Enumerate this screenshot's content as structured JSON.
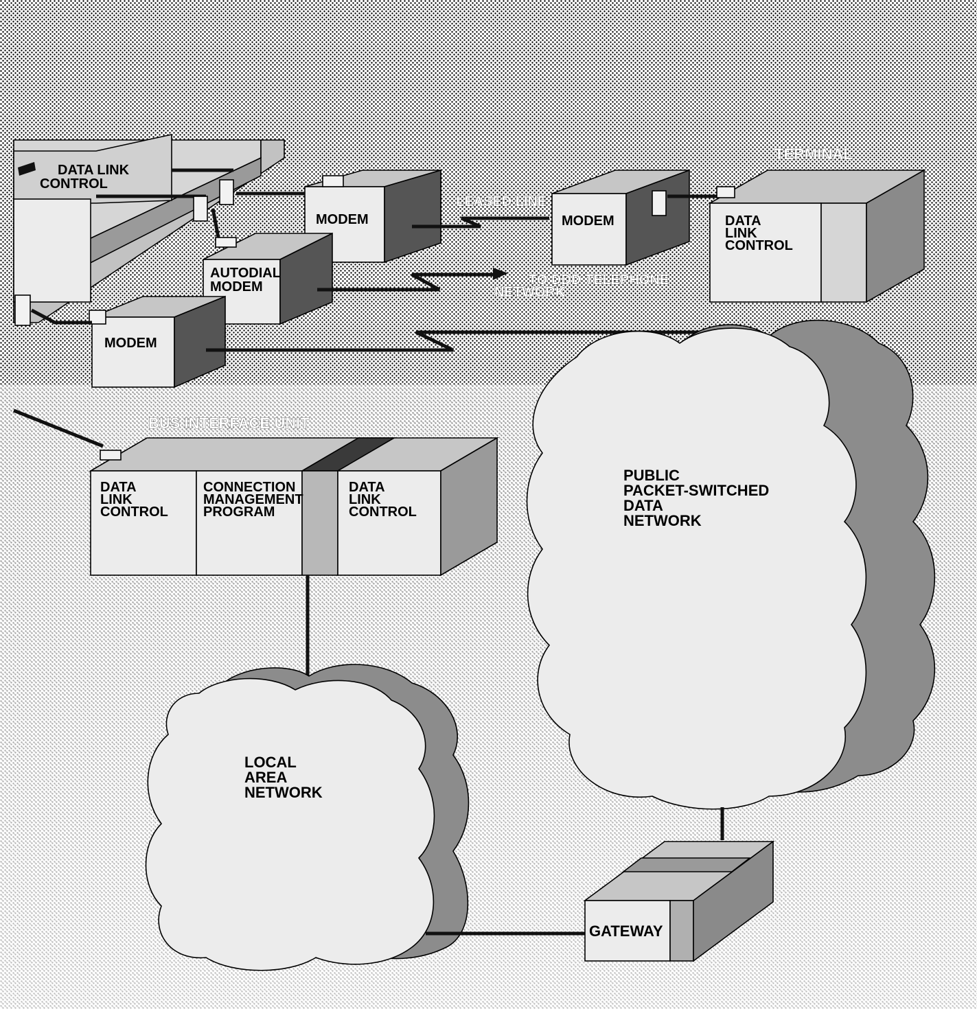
{
  "diagram": {
    "colors": {
      "face_front": "#ebebeb",
      "face_top": "#c9c9c9",
      "face_side": "#8a8a8a",
      "face_dark": "#4a4a4a",
      "connector": "#111111"
    },
    "upper_unit": {
      "data_link_control": [
        "DATA LINK",
        "CONTROL"
      ]
    },
    "modem_top": {
      "label": [
        "MODEM"
      ]
    },
    "autodial_modem": {
      "label": [
        "AUTODIAL",
        "MODEM"
      ]
    },
    "modem_lower": {
      "label": [
        "MODEM"
      ]
    },
    "modem_remote": {
      "label": [
        "MODEM"
      ]
    },
    "leased_line_label": "LEASED LINE",
    "ddd_label": [
      "TO DDD TELEPHONE",
      "NETWORK"
    ],
    "terminal": {
      "title": "TERMINAL",
      "data_link_control": [
        "DATA",
        "LINK",
        "CONTROL"
      ]
    },
    "bus_interface_unit": {
      "title": "BUS INTERFACE UNIT",
      "dlc_left": [
        "DATA",
        "LINK",
        "CONTROL"
      ],
      "connection_management": [
        "CONNECTION",
        "MANAGEMENT",
        "PROGRAM"
      ],
      "dlc_right": [
        "DATA",
        "LINK",
        "CONTROL"
      ]
    },
    "packet_network": {
      "label": [
        "PUBLIC",
        "PACKET-SWITCHED",
        "DATA",
        "NETWORK"
      ]
    },
    "local_network": {
      "label": [
        "LOCAL",
        "AREA",
        "NETWORK"
      ]
    },
    "gateway": {
      "label": "GATEWAY"
    }
  }
}
